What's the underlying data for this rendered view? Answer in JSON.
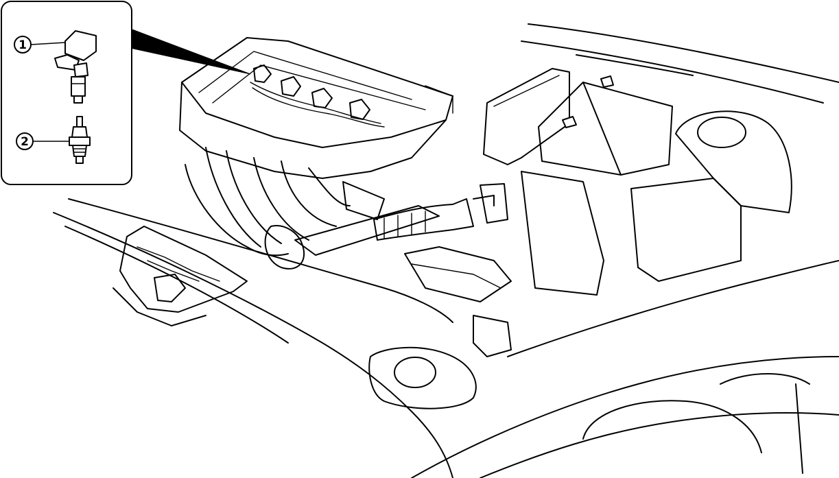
{
  "callouts": [
    {
      "number": "1",
      "part": "ignition-coil"
    },
    {
      "number": "2",
      "part": "spark-plug"
    }
  ],
  "colors": {
    "line": "#000000",
    "background": "#ffffff",
    "pointer": "#000000"
  }
}
